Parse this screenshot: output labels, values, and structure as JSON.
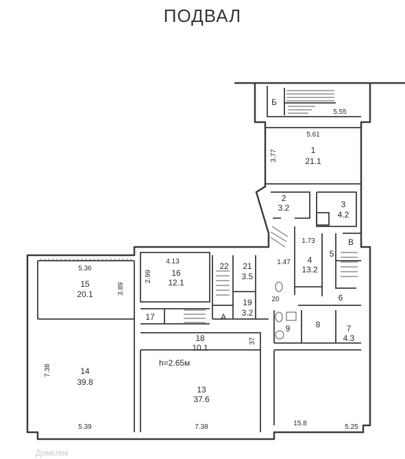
{
  "title": "ПОДВАЛ",
  "height_note": "h=2.65м",
  "rooms": [
    {
      "id": "1",
      "name": "1",
      "area": "21.1"
    },
    {
      "id": "2",
      "name": "2",
      "area": "3.2"
    },
    {
      "id": "3",
      "name": "3",
      "area": "4.2"
    },
    {
      "id": "4",
      "name": "4",
      "area": "13.2"
    },
    {
      "id": "5",
      "name": "5",
      "area": ""
    },
    {
      "id": "6",
      "name": "6",
      "area": ""
    },
    {
      "id": "7",
      "name": "7",
      "area": "4.3"
    },
    {
      "id": "8",
      "name": "8",
      "area": ""
    },
    {
      "id": "9",
      "name": "9",
      "area": ""
    },
    {
      "id": "13",
      "name": "13",
      "area": "37.6"
    },
    {
      "id": "14",
      "name": "14",
      "area": "39.8"
    },
    {
      "id": "15",
      "name": "15",
      "area": "20.1"
    },
    {
      "id": "16",
      "name": "16",
      "area": "12.1"
    },
    {
      "id": "17",
      "name": "17",
      "area": ""
    },
    {
      "id": "18",
      "name": "18",
      "area": "10.1"
    },
    {
      "id": "19",
      "name": "19",
      "area": "3.2"
    },
    {
      "id": "21",
      "name": "21",
      "area": "3.5"
    },
    {
      "id": "22",
      "name": "22",
      "area": ""
    },
    {
      "id": "A",
      "name": "А",
      "area": ""
    },
    {
      "id": "B",
      "name": "Б",
      "area": ""
    },
    {
      "id": "V",
      "name": "В",
      "area": ""
    }
  ],
  "dimensions": [
    "5.55",
    "5.61",
    "3.77",
    "1.73",
    "1.47",
    "4.13",
    "2.99",
    "5.36",
    "3.89",
    "7.38",
    "5.39",
    "7.38",
    "15.8",
    "5.25",
    "20",
    "37"
  ],
  "watermark": "Домклик"
}
